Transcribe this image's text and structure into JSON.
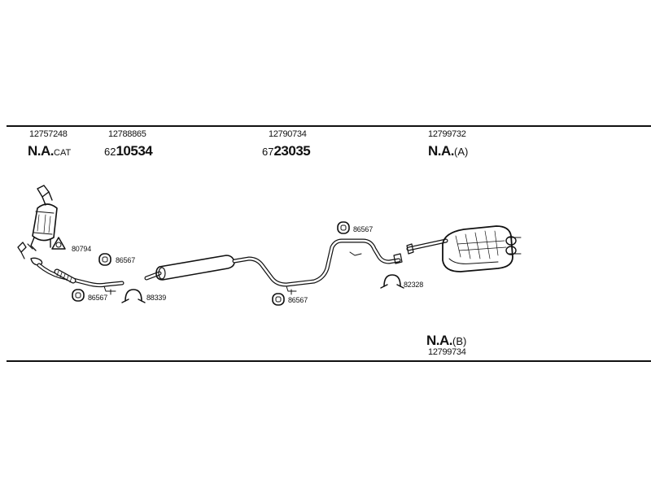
{
  "headers": {
    "col1": {
      "part_number": "12757248",
      "code": "N.A.",
      "suffix": "CAT"
    },
    "col2": {
      "part_number": "12788865",
      "prefix": "62",
      "code": "10534"
    },
    "col3": {
      "part_number": "12790734",
      "prefix": "67",
      "code": "23035"
    },
    "col4": {
      "part_number": "12799732",
      "code": "N.A.",
      "suffix": "(A)"
    }
  },
  "footer": {
    "code": "N.A.",
    "suffix": "(B)",
    "part_number": "12799734"
  },
  "part_labels": {
    "gasket_80794": "80794",
    "mount_86567_a": "86567",
    "mount_86567_b": "86567",
    "clamp_88339": "88339",
    "mount_86567_c": "86567",
    "mount_86567_d": "86567",
    "clamp_82328": "82328"
  }
}
